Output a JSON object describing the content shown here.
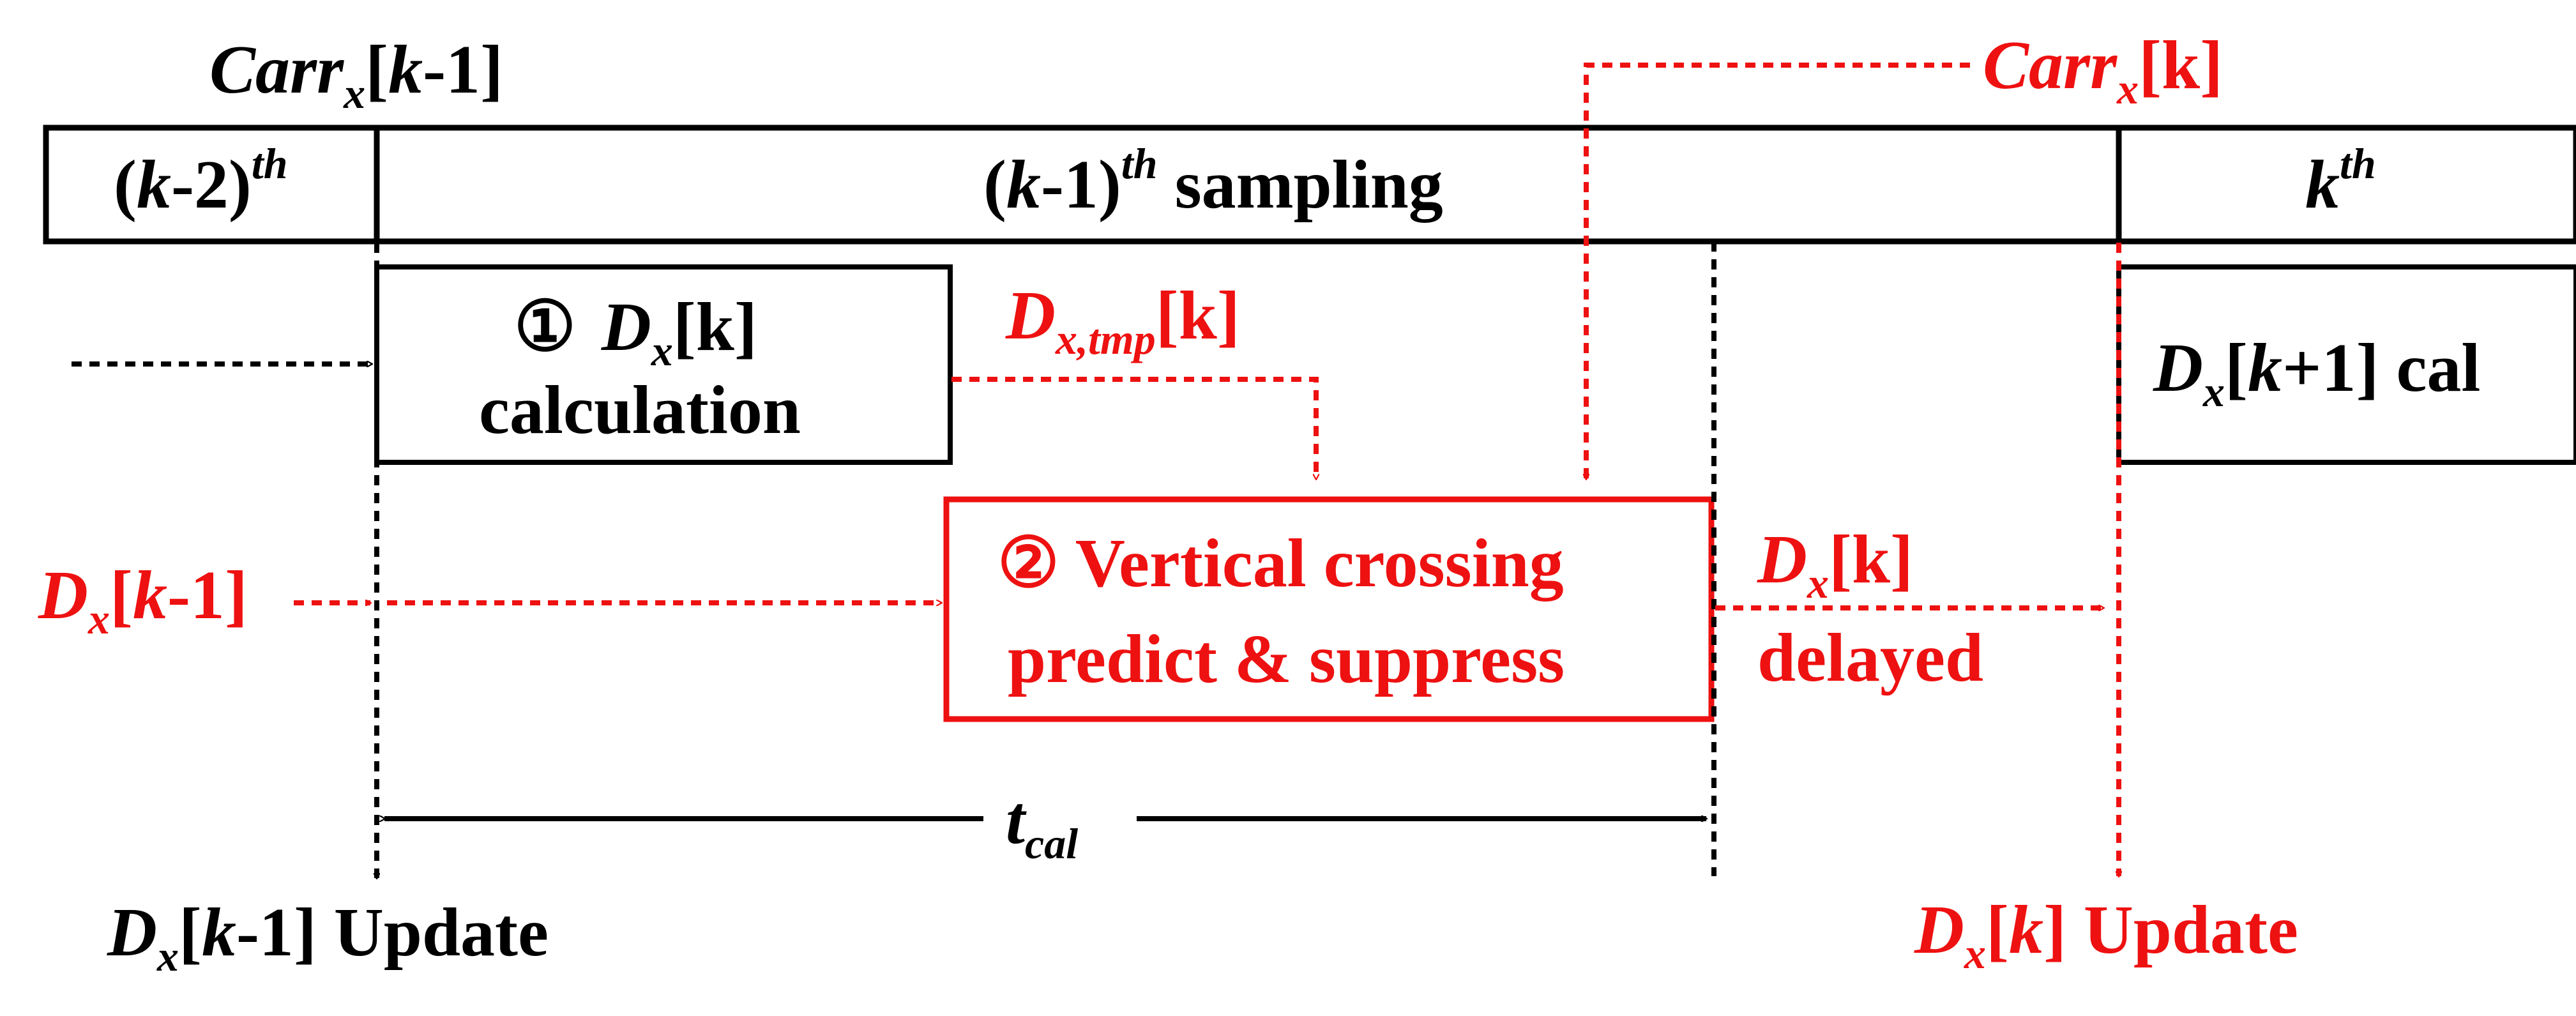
{
  "colors": {
    "black": "#000000",
    "red": "#ee1111"
  },
  "top_labels": {
    "carr_prev": {
      "main": "Carr",
      "sub": "x",
      "rest_open": "[",
      "k": "k",
      "rest_close": "-1]"
    },
    "carr_k": {
      "main": "Carr",
      "sub": "x",
      "bracket": "[k]"
    }
  },
  "timeline": {
    "seg_prev2": {
      "open": "(",
      "k": "k",
      "rest": "-2)",
      "sup": "th"
    },
    "seg_prev1": {
      "open": "(",
      "k": "k",
      "rest": "-1)",
      "sup": "th",
      "word": " sampling"
    },
    "seg_k": {
      "k": "k",
      "sup": "th"
    }
  },
  "boxes": {
    "calc": {
      "num": "①",
      "D": "D",
      "sub": "x",
      "bracket": "[k]",
      "line2": "calculation"
    },
    "next": {
      "D": "D",
      "sub": "x",
      "bracket_open": "[",
      "k": "k",
      "bracket_rest": "+1] cal"
    },
    "vc": {
      "line1": "② Vertical crossing",
      "line2": "predict & suppress"
    }
  },
  "labels": {
    "dtmp": {
      "D": "D",
      "sub": "x,tmp",
      "bracket": "[k]"
    },
    "dprev_in": {
      "D": "D",
      "sub": "x",
      "open": "[",
      "k": "k",
      "rest": "-1]"
    },
    "ddelayed": {
      "D": "D",
      "sub": "x",
      "bracket": "[k]",
      "line2": "delayed"
    },
    "tcal": {
      "t": "t",
      "sub": "cal"
    },
    "upd_prev": {
      "D": "D",
      "sub": "x",
      "open": "[",
      "k": "k",
      "rest": "-1] Update"
    },
    "upd_k": {
      "D": "D",
      "sub": "x",
      "open": "[",
      "k": "k",
      "rest": "] Update"
    }
  }
}
